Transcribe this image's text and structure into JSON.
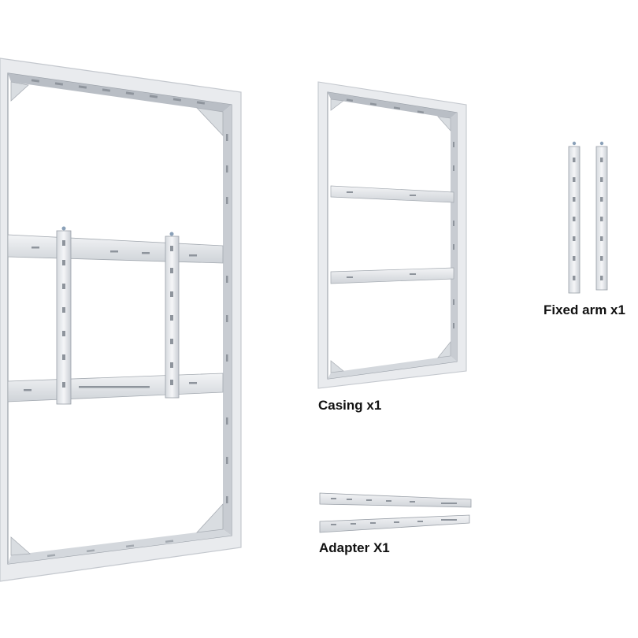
{
  "captions": {
    "casing": "Casing x1",
    "fixed_arm": "Fixed arm x1",
    "adapter": "Adapter X1"
  },
  "colors": {
    "frame_light": "#f2f3f5",
    "frame_mid": "#dfe2e6",
    "frame_shadow": "#9aa0a8",
    "bracket": "#e8eaed",
    "slot": "#8e949c"
  }
}
